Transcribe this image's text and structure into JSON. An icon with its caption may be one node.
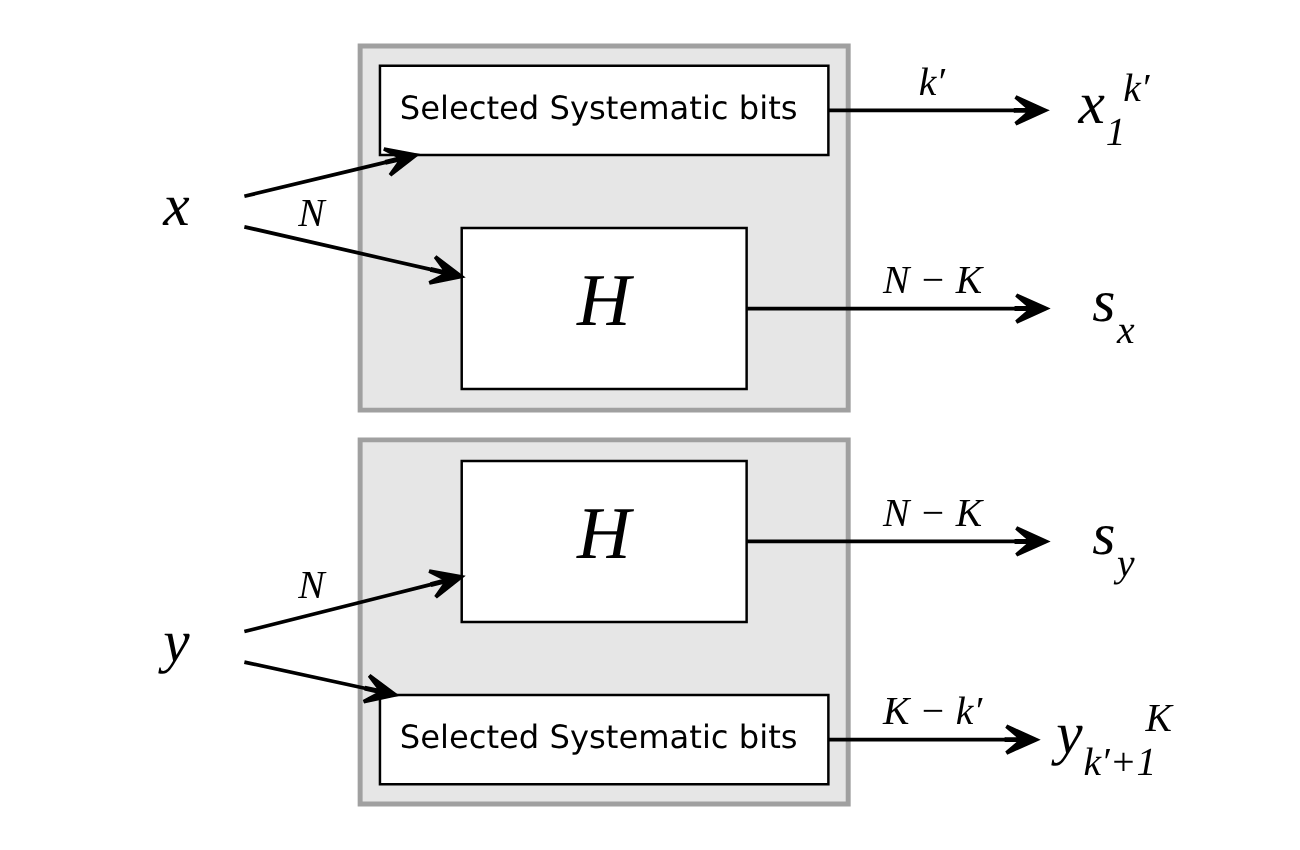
{
  "diagram": {
    "nodes": [
      {
        "text": [],
        "shape": "box"
      },
      {
        "text": [
          "Selected Systematic bits"
        ],
        "in": 0
      },
      {
        "text": [
          "H"
        ],
        "in": 0
      },
      {
        "text": [
          "x"
        ]
      },
      {
        "text": [
          "x$_{1}$$^{k′}$"
        ]
      },
      {
        "text": [
          "s$_{x}$"
        ]
      },
      {
        "text": [],
        "shape": "box"
      },
      {
        "text": [
          "H"
        ],
        "in": 6
      },
      {
        "text": [
          "Selected Systematic bits"
        ],
        "in": 6
      },
      {
        "text": [
          "y"
        ]
      },
      {
        "text": [
          "s$_{y}$"
        ]
      },
      {
        "text": [
          "y$_{k′+1}$$^{K}$"
        ]
      }
    ],
    "edges": [
      {
        "from": 3,
        "to": 1,
        "arrow": "to"
      },
      {
        "from": 3,
        "to": 2,
        "label": "N",
        "arrow": "to"
      },
      {
        "from": 1,
        "to": 4,
        "label": "k′",
        "arrow": "to"
      },
      {
        "from": 2,
        "to": 5,
        "label": "N − K",
        "arrow": "to"
      },
      {
        "from": 9,
        "to": 7,
        "label": "N",
        "arrow": "to"
      },
      {
        "from": 9,
        "to": 8,
        "arrow": "to"
      },
      {
        "from": 7,
        "to": 10,
        "label": "N − K",
        "arrow": "to"
      },
      {
        "from": 8,
        "to": 11,
        "label": "K − k′",
        "arrow": "to"
      }
    ]
  }
}
